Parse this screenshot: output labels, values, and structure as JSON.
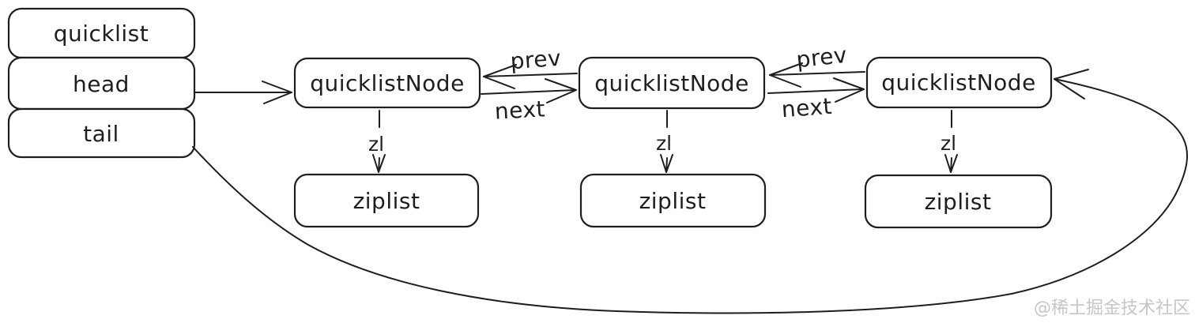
{
  "canvas": {
    "background": "#ffffff",
    "stroke_color": "#1e1e1e",
    "watermark_color": "#c6c6c6"
  },
  "struct": {
    "fields": [
      {
        "label": "quicklist"
      },
      {
        "label": "head"
      },
      {
        "label": "tail"
      }
    ]
  },
  "nodes": [
    {
      "label": "quicklistNode"
    },
    {
      "label": "quicklistNode"
    },
    {
      "label": "quicklistNode"
    }
  ],
  "ziplists": [
    {
      "label": "ziplist"
    },
    {
      "label": "ziplist"
    },
    {
      "label": "ziplist"
    }
  ],
  "edges": {
    "prev": "prev",
    "next": "next",
    "zl": "zl"
  },
  "watermark": {
    "text": "@稀土掘金技术社区"
  }
}
